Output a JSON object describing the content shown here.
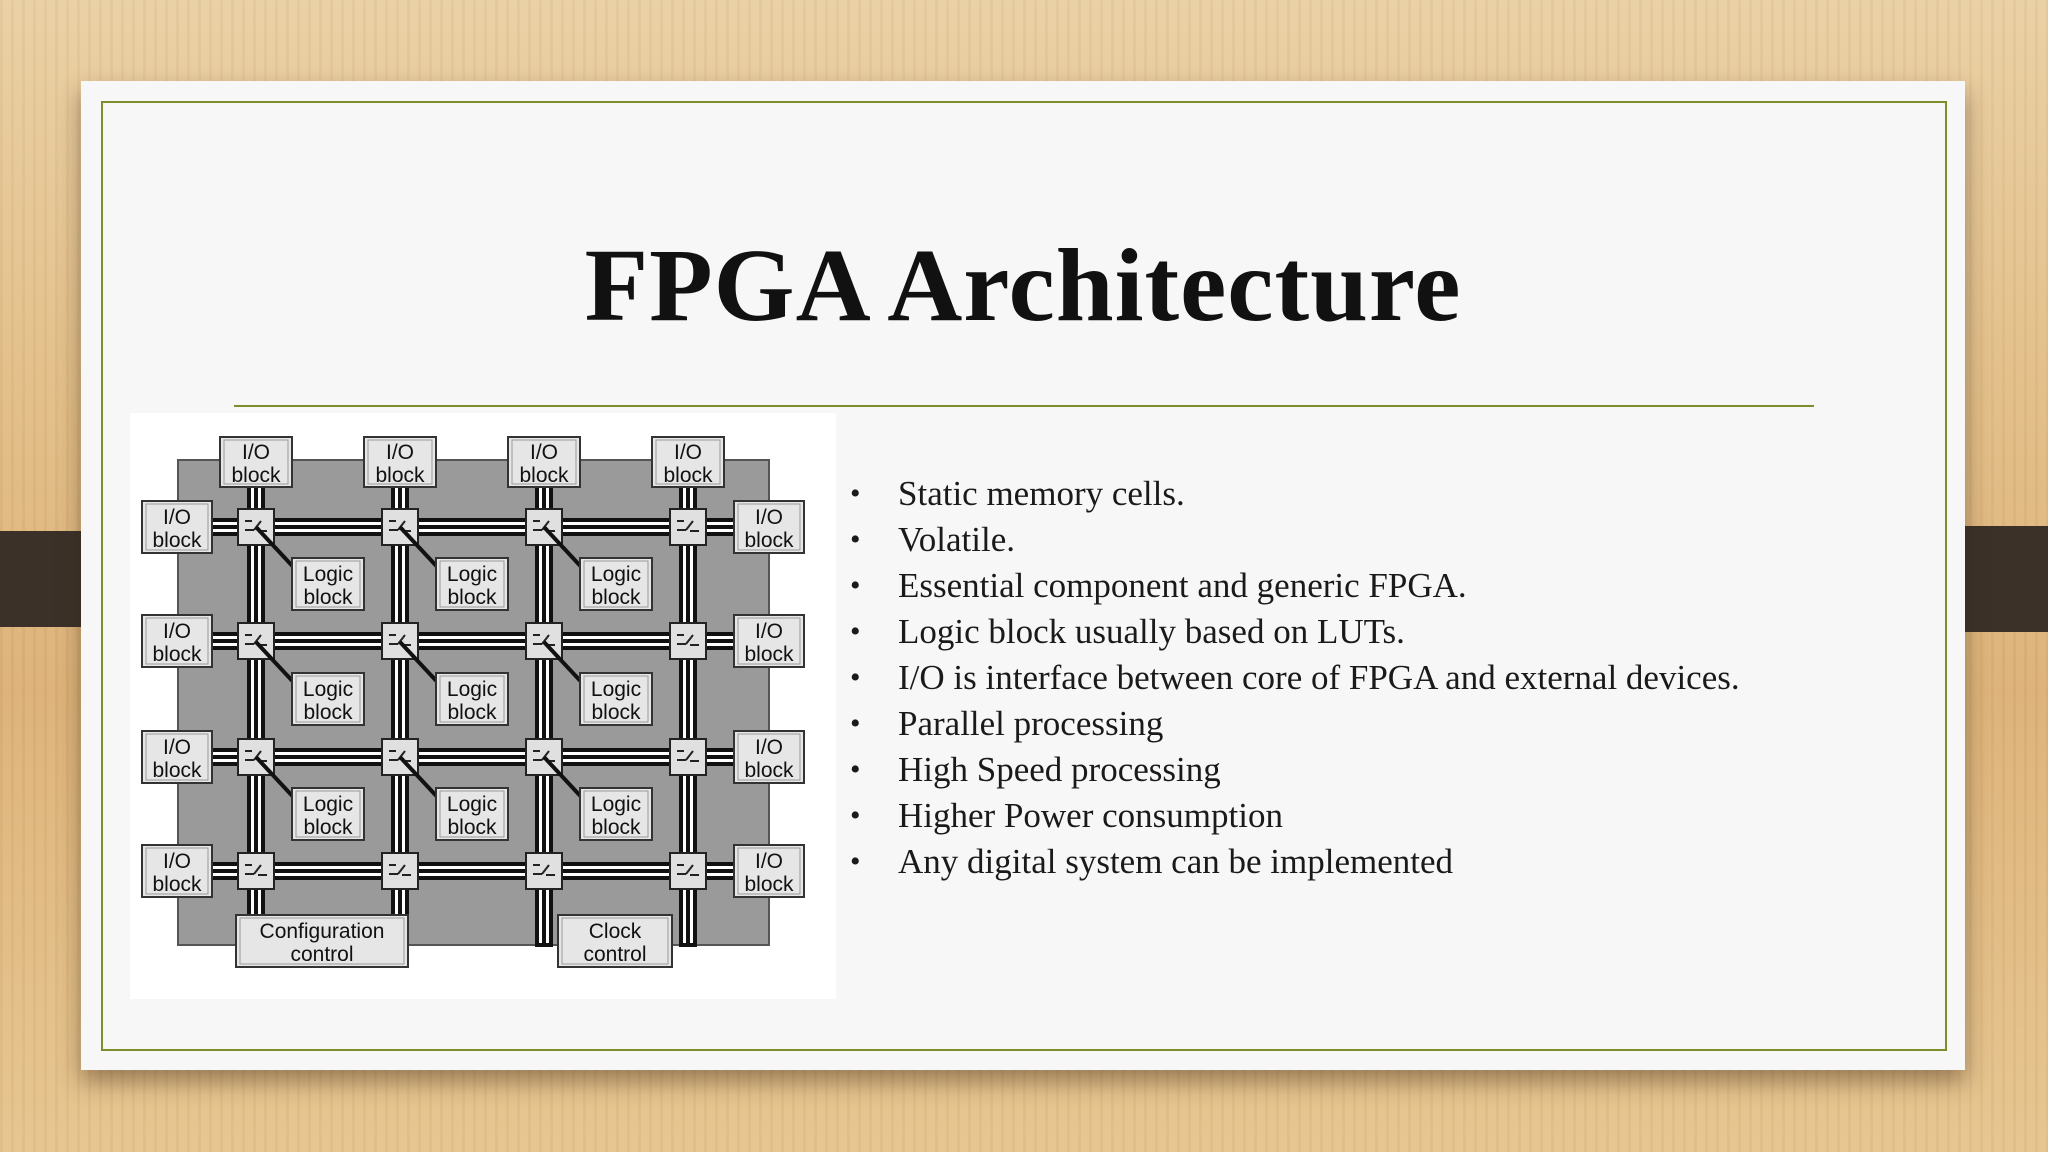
{
  "slide": {
    "title": "FPGA Architecture",
    "bullets": [
      "Static memory cells.",
      "Volatile.",
      "Essential component and generic FPGA.",
      "Logic block usually based on LUTs.",
      "I/O is interface between core of FPGA and external devices.",
      "Parallel processing",
      "High Speed processing",
      "Higher Power consumption",
      "Any digital system can be implemented"
    ]
  },
  "diagram": {
    "io_label_top": "I/O",
    "io_label_bottom": "block",
    "logic_label_top": "Logic",
    "logic_label_bottom": "block",
    "config_label_top": "Configuration",
    "config_label_bottom": "control",
    "clock_label_top": "Clock",
    "clock_label_bottom": "control",
    "colors": {
      "fabric": "#9a9a9a",
      "block_fill": "#e6e6e6",
      "wire": "#111111",
      "accent": "#7e8c2a"
    }
  }
}
